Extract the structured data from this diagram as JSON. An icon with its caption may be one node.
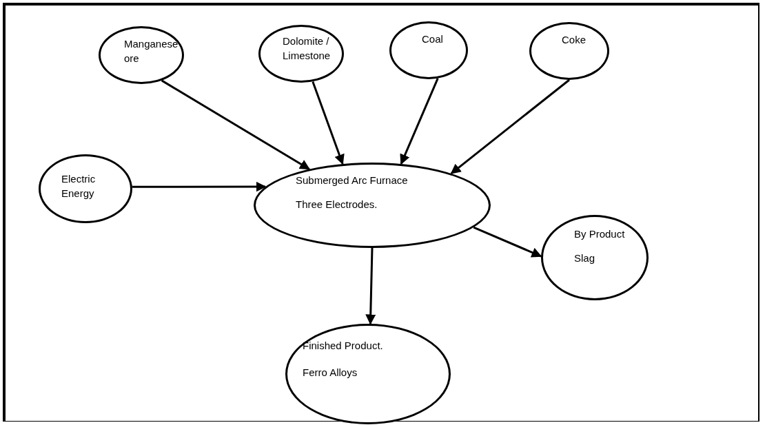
{
  "diagram": {
    "nodes": [
      {
        "text": [
          "Manganese ore"
        ]
      },
      {
        "text": [
          "Dolomite / Limestone"
        ]
      },
      {
        "text": [
          "Coal"
        ]
      },
      {
        "text": [
          "Coke"
        ]
      },
      {
        "text": [
          "Electric Energy"
        ]
      },
      {
        "text": [
          "Submerged Arc Furnace",
          "Three Electrodes."
        ]
      },
      {
        "text": [
          "By Product",
          "Slag"
        ]
      },
      {
        "text": [
          "Finished Product.",
          "Ferro Alloys"
        ]
      }
    ],
    "edges": [
      {
        "from": 0,
        "to": 5,
        "arrow": "to"
      },
      {
        "from": 1,
        "to": 5,
        "arrow": "to"
      },
      {
        "from": 2,
        "to": 5,
        "arrow": "to"
      },
      {
        "from": 3,
        "to": 5,
        "arrow": "to"
      },
      {
        "from": 4,
        "to": 5,
        "arrow": "to"
      },
      {
        "from": 5,
        "to": 6,
        "arrow": "to"
      },
      {
        "from": 5,
        "to": 7,
        "arrow": "to"
      }
    ]
  }
}
